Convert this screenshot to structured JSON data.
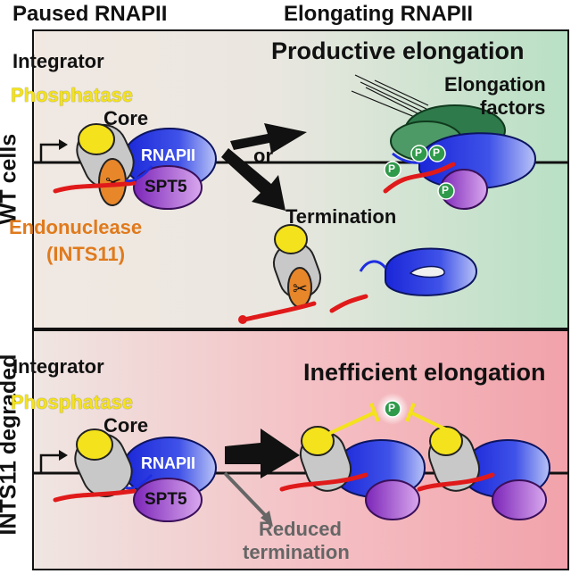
{
  "headers": {
    "paused": "Paused RNAPII",
    "elongating": "Elongating RNAPII"
  },
  "panel_wt": {
    "side_label": "WT cells",
    "integrator": "Integrator",
    "phosphatase": "Phosphatase",
    "core": "Core",
    "rnapii": "RNAPII",
    "spt5": "SPT5",
    "endonuclease": "Endonuclease",
    "ints11": "(INTS11)",
    "or": "or",
    "termination": "Termination",
    "productive": "Productive elongation",
    "elongation_factors_line1": "Elongation",
    "elongation_factors_line2": "factors",
    "phospho": "P"
  },
  "panel_degraded": {
    "side_label": "INTS11 degraded",
    "integrator": "Integrator",
    "phosphatase": "Phosphatase",
    "core": "Core",
    "rnapii": "RNAPII",
    "spt5": "SPT5",
    "inefficient": "Inefficient elongation",
    "reduced_line1": "Reduced",
    "reduced_line2": "termination",
    "phospho": "P"
  },
  "colors": {
    "rnapii_blue": "#1f2ee0",
    "spt5_purple": "#9a3cc8",
    "phosphatase_yellow": "#f4e21c",
    "endonuclease_orange": "#e8862a",
    "rna_red": "#e01a1a",
    "elongation_green": "#2e7a4a",
    "phospho_green": "#2f9a4a"
  }
}
